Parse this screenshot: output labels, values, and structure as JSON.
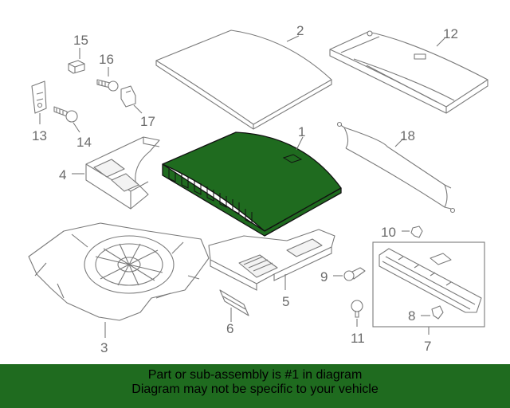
{
  "callouts": {
    "c1": "1",
    "c2": "2",
    "c3": "3",
    "c4": "4",
    "c5": "5",
    "c6": "6",
    "c7": "7",
    "c8": "8",
    "c9": "9",
    "c10": "10",
    "c11": "11",
    "c12": "12",
    "c13": "13",
    "c14": "14",
    "c15": "15",
    "c16": "16",
    "c17": "17",
    "c18": "18"
  },
  "highlight_color": "#1f6b1f",
  "banner": {
    "line1": "Part or sub-assembly is #1 in diagram",
    "line2": "Diagram may not be specific to your vehicle"
  }
}
